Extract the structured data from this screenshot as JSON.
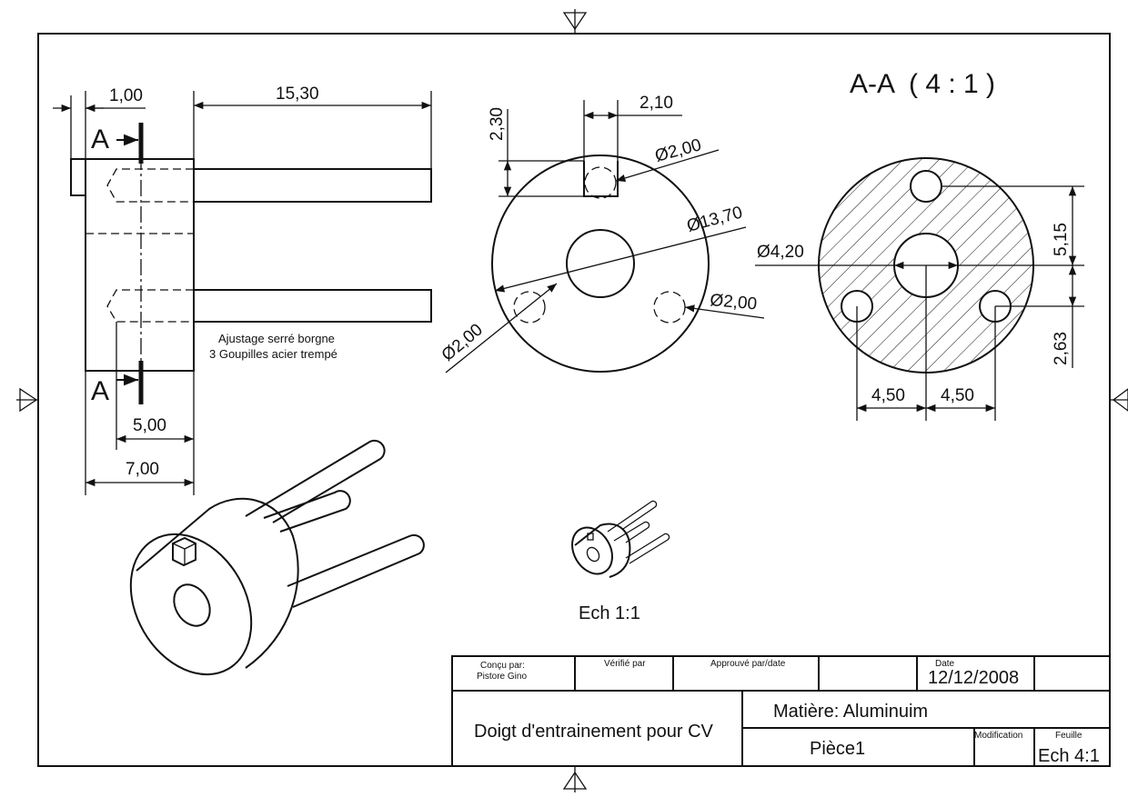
{
  "section_title": "A-A  ( 4 : 1 )",
  "section_markers": {
    "top": "A",
    "bottom": "A"
  },
  "notes": {
    "line1": "Ajustage serré borgne",
    "line2": "3 Goupilles acier trempé"
  },
  "scale_note": "Ech 1:1",
  "dimensions": {
    "side_view": {
      "d1": "1,00",
      "d2": "15,30",
      "d3": "5,00",
      "d4": "7,00"
    },
    "front_view": {
      "d1": "2,30",
      "d2": "2,10",
      "d3": "Ø2,00",
      "d4": "Ø13,70",
      "d5": "Ø2,00",
      "d6": "Ø2,00"
    },
    "section_view": {
      "d1": "Ø4,20",
      "d2": "5,15",
      "d3": "2,63",
      "d4": "4,50",
      "d5": "4,50"
    }
  },
  "title_block": {
    "concu_label": "Conçu par:",
    "concu_value": "Pistore Gino",
    "verifie_label": "Vérifié par",
    "approuve_label": "Approuvé par/date",
    "date_label": "Date",
    "date_value": "12/12/2008",
    "part_name": "Doigt d'entrainement pour CV",
    "material": "Matière: Aluminuim",
    "piece": "Pièce1",
    "modification_label": "Modification",
    "feuille_label": "Feuille",
    "scale_value": "Ech 4:1"
  }
}
